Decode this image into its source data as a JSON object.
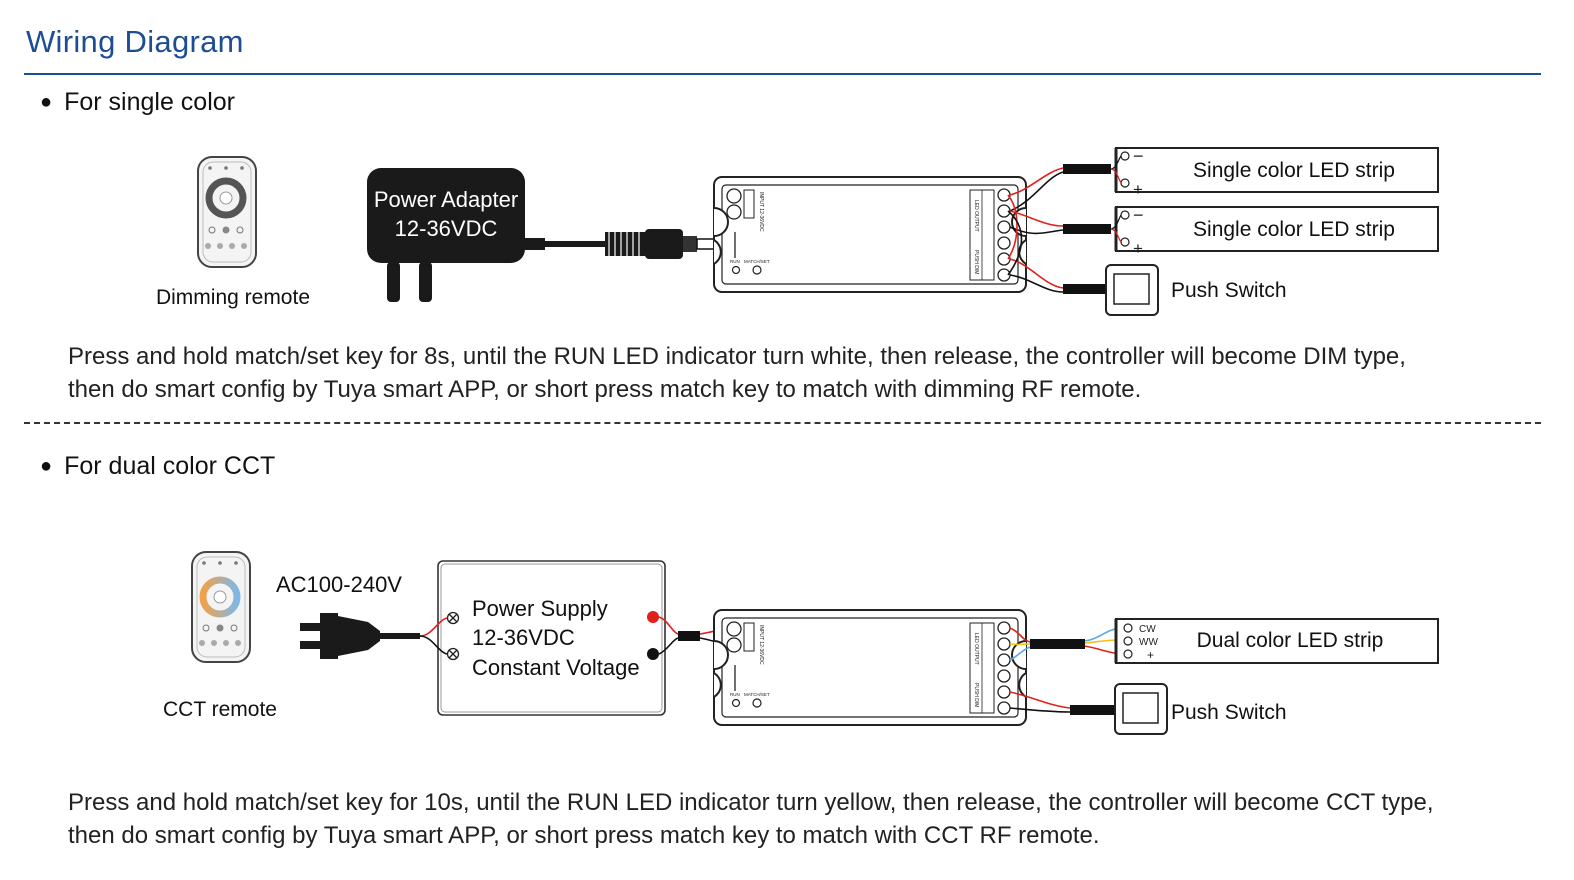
{
  "title": "Wiring Diagram",
  "section1": {
    "heading": "For single color",
    "remote_label": "Dimming remote",
    "adapter_line1": "Power Adapter",
    "adapter_line2": "12-36VDC",
    "strip1_label": "Single color LED strip",
    "strip2_label": "Single color LED strip",
    "switch_label": "Push Switch",
    "strip_minus": "−",
    "strip_plus": "+",
    "desc_line1": "Press and hold match/set key for 8s, until the RUN LED indicator turn white, then release, the controller will become DIM type,",
    "desc_line2": "then do  smart  config by  Tuya  smart APP,  or  short press match key to match with dimming  RF  remote."
  },
  "section2": {
    "heading": "For dual color CCT",
    "remote_label": "CCT remote",
    "ac_label": "AC100-240V",
    "psu_line1": "Power Supply",
    "psu_line2": "12-36VDC",
    "psu_line3": "Constant Voltage",
    "strip_label": "Dual color LED strip",
    "strip_cw": "CW",
    "strip_ww": "WW",
    "strip_plus": "+",
    "switch_label": "Push Switch",
    "desc_line1": "Press and hold match/set key for 10s, until the RUN LED indicator turn yellow, then release, the controller will become CCT type,",
    "desc_line2": "then do  smart  config by  Tuya  smart APP,  or  short press match key to match  with CCT  RF  remote."
  },
  "controller": {
    "input_label": "INPUT 12-36VDC",
    "output_label": "LED OUTPUT",
    "push_label": "PUSH DIM",
    "run_label": "RUN",
    "match_label": "MATCH/SET"
  },
  "colors": {
    "title": "#1d4e93",
    "wire_red": "#e0201b",
    "wire_black": "#111111",
    "wire_yellow": "#f2c21b",
    "wire_blue": "#5aa9e6"
  }
}
